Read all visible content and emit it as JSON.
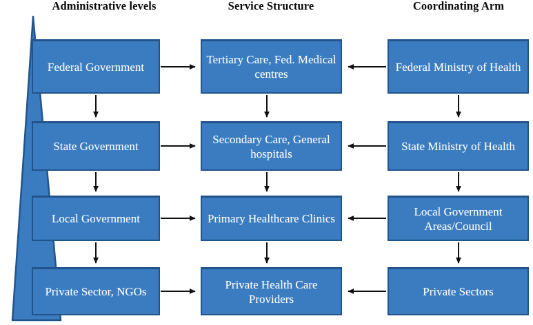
{
  "diagram": {
    "title_row": {
      "headers": [
        {
          "label": "Administrative levels"
        },
        {
          "label": "Service Structure"
        },
        {
          "label": "Coordinating Arm"
        }
      ]
    },
    "colors": {
      "box_fill": "#3b7cc0",
      "box_border": "#21548a",
      "box_text": "#ffffff",
      "header_text": "#0b0b0b",
      "pyramid_fill": "#3b7cc0",
      "pyramid_stroke": "#21548a",
      "arrow": "#111111",
      "background": "#ffffff"
    },
    "columns": [
      {
        "name": "administrative-levels",
        "nodes": [
          {
            "label": "Federal Government"
          },
          {
            "label": "State Government"
          },
          {
            "label": "Local Government"
          },
          {
            "label": "Private Sector, NGOs"
          }
        ]
      },
      {
        "name": "service-structure",
        "nodes": [
          {
            "label": "Tertiary Care, Fed. Medical centres"
          },
          {
            "label": "Secondary Care, General hospitals"
          },
          {
            "label": "Primary Healthcare Clinics"
          },
          {
            "label": "Private Health Care Providers"
          }
        ]
      },
      {
        "name": "coordinating-arm",
        "nodes": [
          {
            "label": "Federal Ministry of Health"
          },
          {
            "label": "State Ministry of Health"
          },
          {
            "label": "Local Government Areas/Council"
          },
          {
            "label": "Private Sectors"
          }
        ]
      }
    ],
    "connectors": {
      "horizontal_left_to_center": [
        {
          "from": "Federal Government",
          "to": "Tertiary Care, Fed. Medical centres",
          "direction": "right"
        },
        {
          "from": "State Government",
          "to": "Secondary Care, General hospitals",
          "direction": "right"
        },
        {
          "from": "Local Government",
          "to": "Primary Healthcare Clinics",
          "direction": "right"
        },
        {
          "from": "Private Sector, NGOs",
          "to": "Private Health Care Providers",
          "direction": "right"
        }
      ],
      "horizontal_right_to_center": [
        {
          "from": "Federal Ministry of Health",
          "to": "Tertiary Care, Fed. Medical centres",
          "direction": "left"
        },
        {
          "from": "State Ministry of Health",
          "to": "Secondary Care, General hospitals",
          "direction": "left"
        },
        {
          "from": "Local Government Areas/Council",
          "to": "Primary Healthcare Clinics",
          "direction": "left"
        },
        {
          "from": "Private Sectors",
          "to": "Private Health Care Providers",
          "direction": "left"
        }
      ],
      "vertical_down": [
        {
          "column": "administrative-levels",
          "from": "Federal Government",
          "to": "State Government"
        },
        {
          "column": "administrative-levels",
          "from": "State Government",
          "to": "Local Government"
        },
        {
          "column": "administrative-levels",
          "from": "Local Government",
          "to": "Private Sector, NGOs"
        },
        {
          "column": "service-structure",
          "from": "Tertiary Care, Fed. Medical centres",
          "to": "Secondary Care, General hospitals"
        },
        {
          "column": "service-structure",
          "from": "Secondary Care, General hospitals",
          "to": "Primary Healthcare Clinics"
        },
        {
          "column": "service-structure",
          "from": "Primary Healthcare Clinics",
          "to": "Private Health Care Providers"
        },
        {
          "column": "coordinating-arm",
          "from": "Federal Ministry of Health",
          "to": "State Ministry of Health"
        },
        {
          "column": "coordinating-arm",
          "from": "State Ministry of Health",
          "to": "Local Government Areas/Council"
        },
        {
          "column": "coordinating-arm",
          "from": "Local Government Areas/Council",
          "to": "Private Sectors"
        }
      ]
    }
  }
}
